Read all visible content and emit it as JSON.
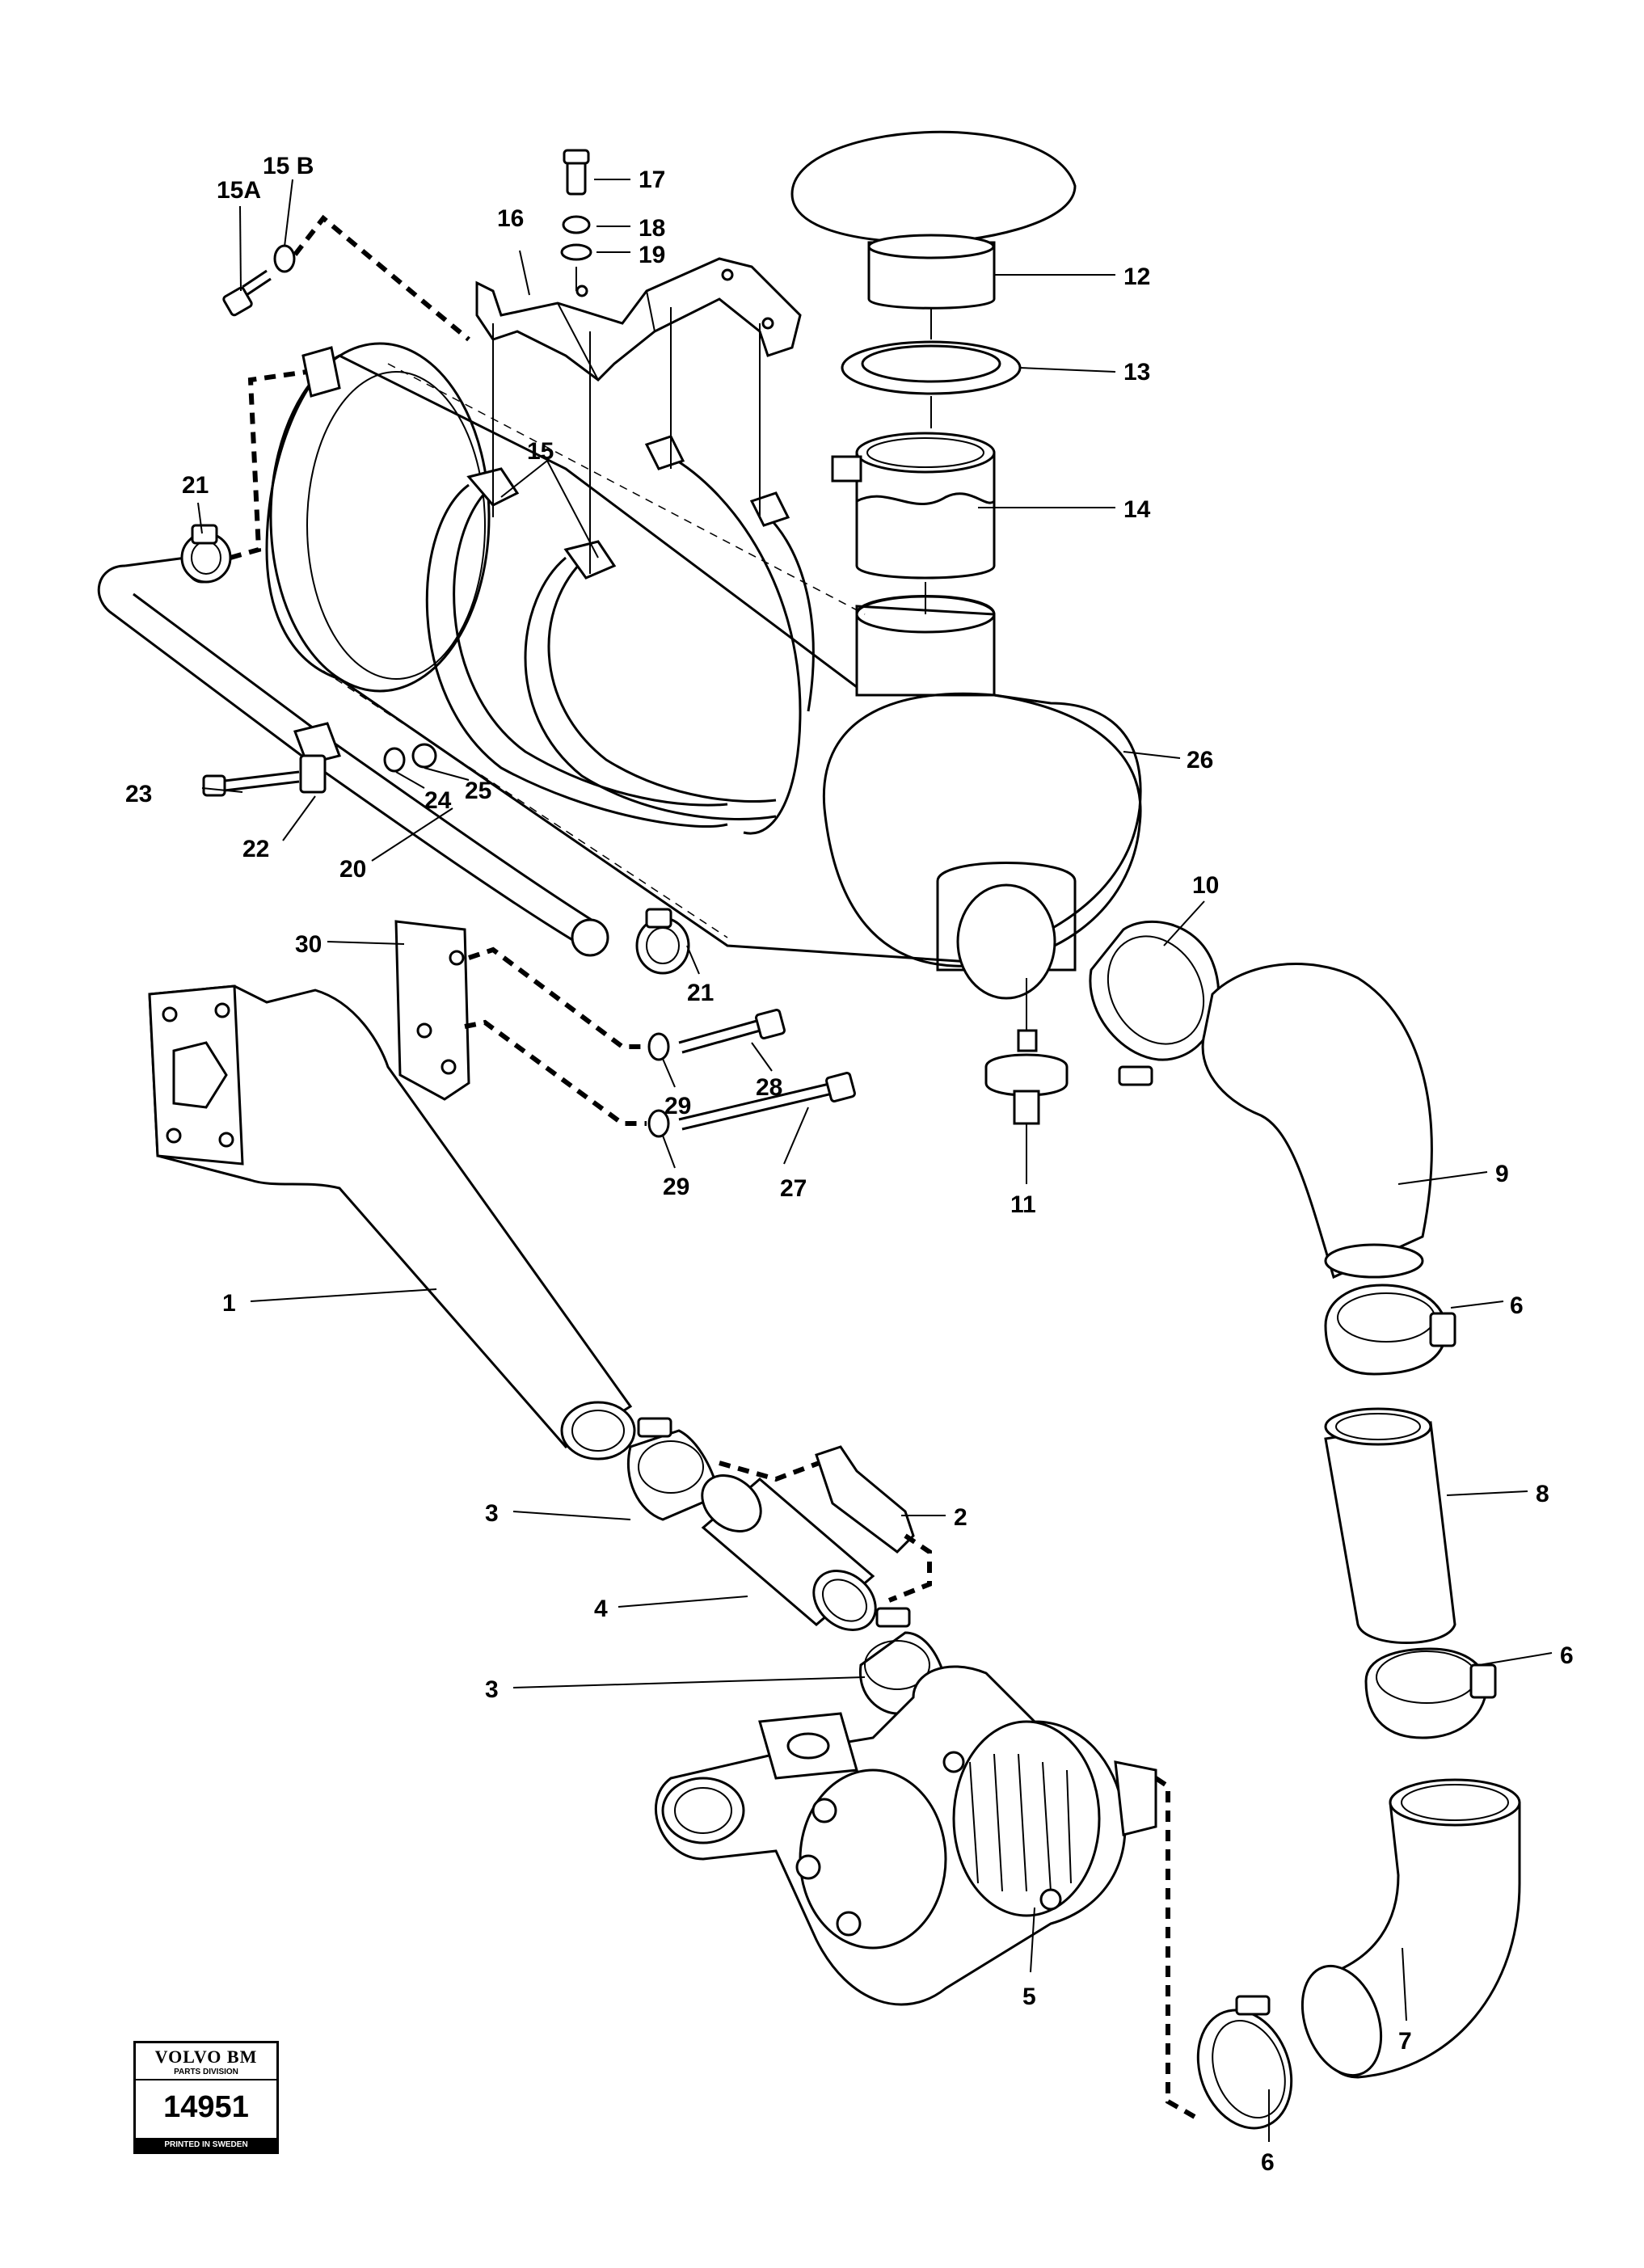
{
  "labels": {
    "l1": "1",
    "l2": "2",
    "l3a": "3",
    "l3b": "3",
    "l4": "4",
    "l5": "5",
    "l6a": "6",
    "l6b": "6",
    "l6c": "6",
    "l7": "7",
    "l8": "8",
    "l9": "9",
    "l10": "10",
    "l11": "11",
    "l12": "12",
    "l13": "13",
    "l14": "14",
    "l15": "15",
    "l15a": "15A",
    "l15b": "15 B",
    "l16": "16",
    "l17": "17",
    "l18": "18",
    "l19": "19",
    "l20": "20",
    "l21a": "21",
    "l21b": "21",
    "l22": "22",
    "l23": "23",
    "l24": "24",
    "l25": "25",
    "l26": "26",
    "l27": "27",
    "l28": "28",
    "l29a": "29",
    "l29b": "29",
    "l30": "30"
  },
  "logo": {
    "brand": "VOLVO BM",
    "division": "PARTS DIVISION",
    "number": "14951",
    "printed": "PRINTED IN SWEDEN"
  }
}
